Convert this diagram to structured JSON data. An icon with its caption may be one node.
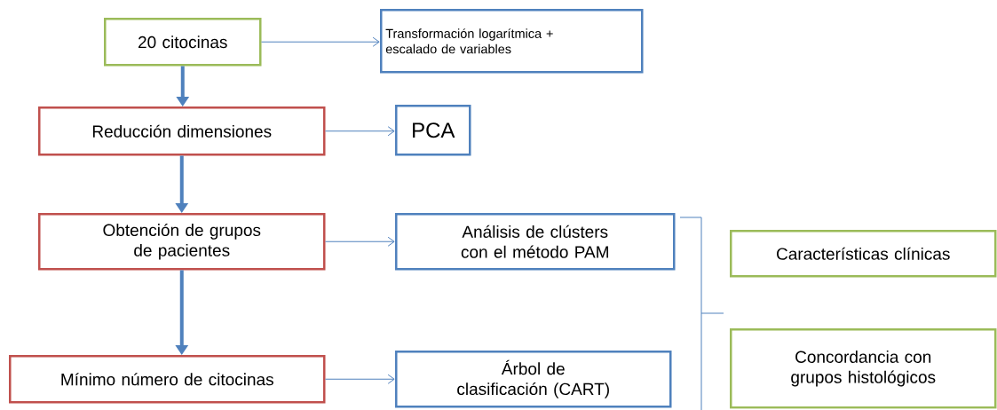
{
  "diagram": {
    "nodes": [
      {
        "text": [
          "20 citocinas"
        ]
      },
      {
        "text": [
          "Transformación logarítmica + escalado de variables"
        ]
      },
      {
        "text": [
          "Reducción dimensiones"
        ]
      },
      {
        "text": [
          "PCA"
        ]
      },
      {
        "text": [
          "Obtención de grupos de pacientes"
        ]
      },
      {
        "text": [
          "Análisis de clústers con el método PAM"
        ]
      },
      {
        "text": [
          "Mínimo número de citocinas"
        ]
      },
      {
        "text": [
          "Árbol de clasificación (CART)"
        ]
      },
      {
        "text": [
          "Características clínicas"
        ]
      },
      {
        "text": [
          "Concordancia con grupos histológicos"
        ]
      }
    ],
    "edges": [
      {
        "from": 0,
        "to": 1,
        "arrow": "to"
      },
      {
        "from": 0,
        "to": 2,
        "arrow": "to",
        "style": "thick"
      },
      {
        "from": 2,
        "to": 3,
        "arrow": "to"
      },
      {
        "from": 2,
        "to": 4,
        "arrow": "to",
        "style": "thick"
      },
      {
        "from": 4,
        "to": 5,
        "arrow": "to"
      },
      {
        "from": 4,
        "to": 6,
        "arrow": "to",
        "style": "thick"
      },
      {
        "from": 6,
        "to": 7,
        "arrow": "to"
      }
    ]
  }
}
